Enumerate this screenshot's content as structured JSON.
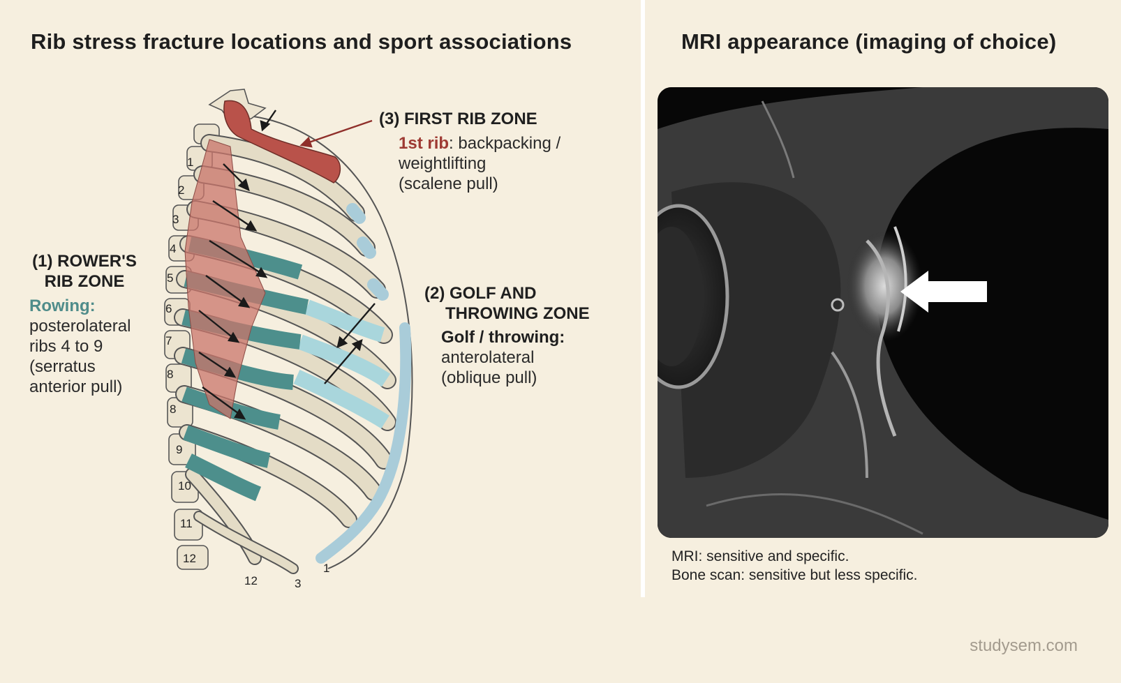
{
  "left_panel": {
    "title": "Rib stress fracture locations and sport associations",
    "zone3": {
      "heading": "(3) FIRST RIB ZONE",
      "sport": "1st rib",
      "desc_line1": ": backpacking /",
      "desc_line2": "weightlifting",
      "desc_line3": "(scalene pull)"
    },
    "zone1": {
      "heading_line1": "(1) ROWER'S",
      "heading_line2": "RIB ZONE",
      "sport": "Rowing:",
      "desc_line1": "posterolateral",
      "desc_line2": "ribs 4 to 9",
      "desc_line3": "(serratus",
      "desc_line4": "anterior pull)"
    },
    "zone2": {
      "heading_line1": "(2) GOLF AND",
      "heading_line2": "THROWING ZONE",
      "sport": "Golf / throwing:",
      "desc_line1": "anterolateral",
      "desc_line2": "(oblique pull)"
    },
    "vertebra_labels": [
      "1",
      "2",
      "3",
      "4",
      "5",
      "6",
      "7",
      "8",
      "8",
      "9",
      "10",
      "11",
      "12"
    ],
    "bottom_labels": [
      "12",
      "3",
      "1"
    ]
  },
  "right_panel": {
    "title": "MRI appearance (imaging of choice)",
    "caption_line1": "MRI: sensitive and specific.",
    "caption_line2": "Bone scan: sensitive but less specific."
  },
  "footer": "studysem.com",
  "colors": {
    "background": "#f6efdf",
    "rower_zone": "#c9756b",
    "first_rib": "#b9524a",
    "golf_zone": "#a9d6dc",
    "teal_rib": "#4d8f8c",
    "bone": "#e4dcc6"
  }
}
